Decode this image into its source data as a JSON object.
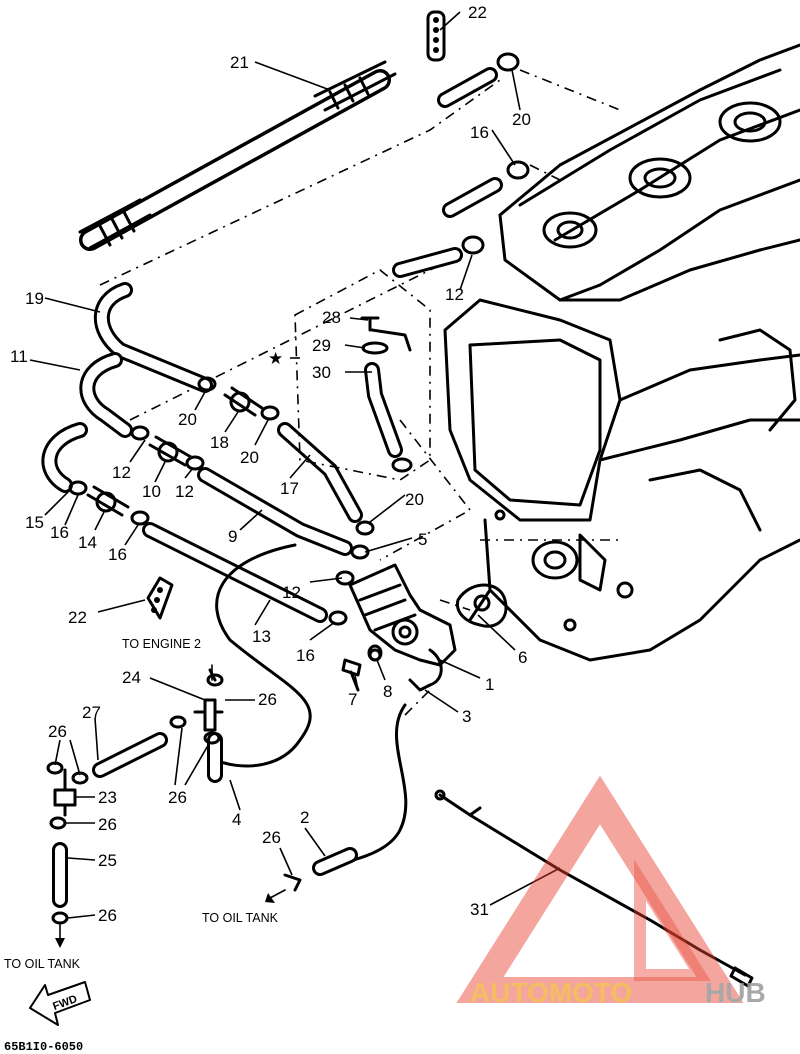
{
  "parts": {
    "p1": "1",
    "p2": "2",
    "p3": "3",
    "p4": "4",
    "p5": "5",
    "p6": "6",
    "p7": "7",
    "p8": "8",
    "p9": "9",
    "p10": "10",
    "p11": "11",
    "p12a": "12",
    "p12b": "12",
    "p12c": "12",
    "p12d": "12",
    "p13": "13",
    "p14": "14",
    "p15": "15",
    "p16a": "16",
    "p16b": "16",
    "p16c": "16",
    "p16d": "16",
    "p17": "17",
    "p18": "18",
    "p19": "19",
    "p20a": "20",
    "p20b": "20",
    "p20c": "20",
    "p20d": "20",
    "p21": "21",
    "p22a": "22",
    "p22b": "22",
    "p23": "23",
    "p24": "24",
    "p25": "25",
    "p26a": "26",
    "p26b": "26",
    "p26c": "26",
    "p26d": "26",
    "p26e": "26",
    "p26f": "26",
    "p27": "27",
    "p28": "28",
    "p29": "29",
    "p30": "30",
    "p31": "31",
    "star": "★"
  },
  "captions": {
    "to_engine2": "TO ENGINE 2",
    "to_oil_tank_center": "TO OIL TANK",
    "to_oil_tank_left": "TO OIL TANK",
    "fwd": "FWD",
    "figure_code": "65B1I0-6050"
  },
  "watermark": {
    "part1": "AUTOMOTO",
    "part2": "HUB",
    "color_orange": "#f3b247",
    "color_red": "#e8402f",
    "color_gray": "#9a9a9a"
  }
}
